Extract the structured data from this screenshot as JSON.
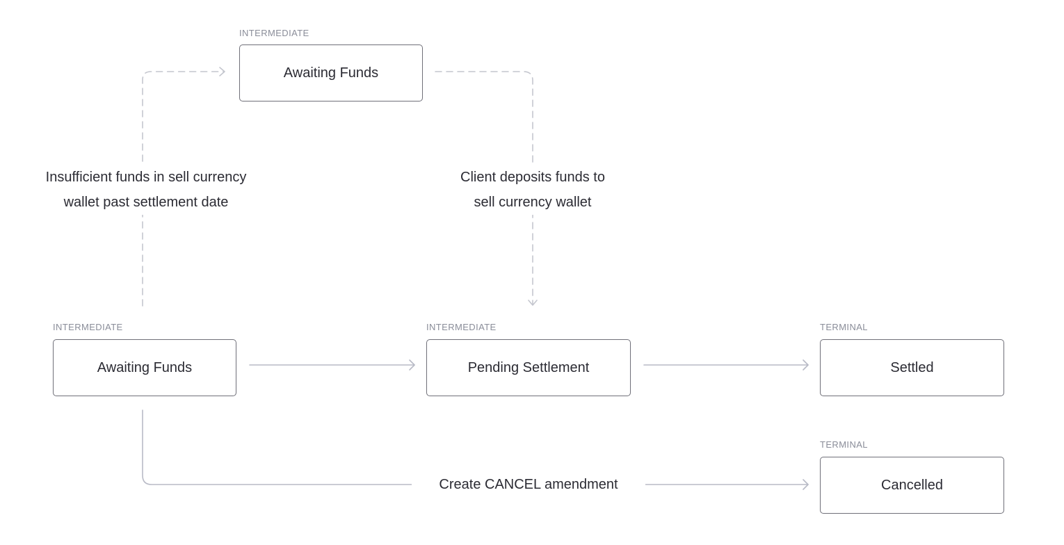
{
  "diagram": {
    "states": {
      "awaiting_funds_top": {
        "tag": "INTERMEDIATE",
        "name": "Awaiting Funds"
      },
      "awaiting_funds": {
        "tag": "INTERMEDIATE",
        "name": "Awaiting Funds"
      },
      "pending_settlement": {
        "tag": "INTERMEDIATE",
        "name": "Pending Settlement"
      },
      "settled": {
        "tag": "TERMINAL",
        "name": "Settled"
      },
      "cancelled": {
        "tag": "TERMINAL",
        "name": "Cancelled"
      }
    },
    "transitions": {
      "insufficient_funds": {
        "line1": "Insufficient funds in sell currency",
        "line2": "wallet past settlement date"
      },
      "client_deposits": {
        "line1": "Client deposits funds to",
        "line2": "sell currency wallet"
      },
      "create_cancel": {
        "text": "Create CANCEL amendment"
      }
    },
    "colors": {
      "box_border": "#6f6f78",
      "solid_connector": "#b8bac6",
      "dashed_connector": "#c4c6ce",
      "tag_text": "#8a8d99"
    }
  }
}
